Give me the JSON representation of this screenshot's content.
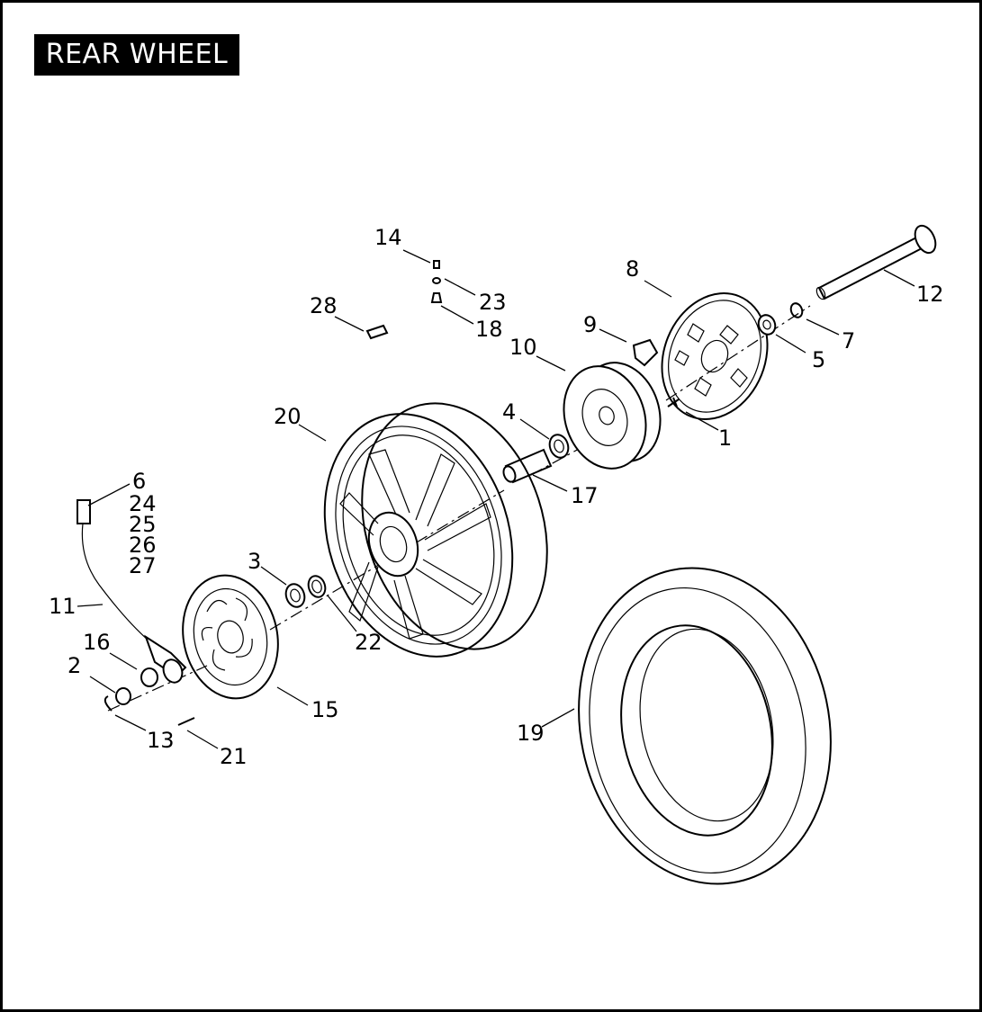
{
  "title": "REAR WHEEL",
  "callouts": {
    "c1": "1",
    "c2": "2",
    "c3": "3",
    "c4": "4",
    "c5": "5",
    "c6": "6",
    "c24": "24",
    "c25": "25",
    "c26": "26",
    "c27": "27",
    "c7": "7",
    "c8": "8",
    "c9": "9",
    "c10": "10",
    "c11": "11",
    "c12": "12",
    "c13": "13",
    "c14": "14",
    "c15": "15",
    "c16": "16",
    "c17": "17",
    "c18": "18",
    "c19": "19",
    "c20": "20",
    "c21": "21",
    "c22": "22",
    "c23": "23",
    "c28": "28"
  }
}
